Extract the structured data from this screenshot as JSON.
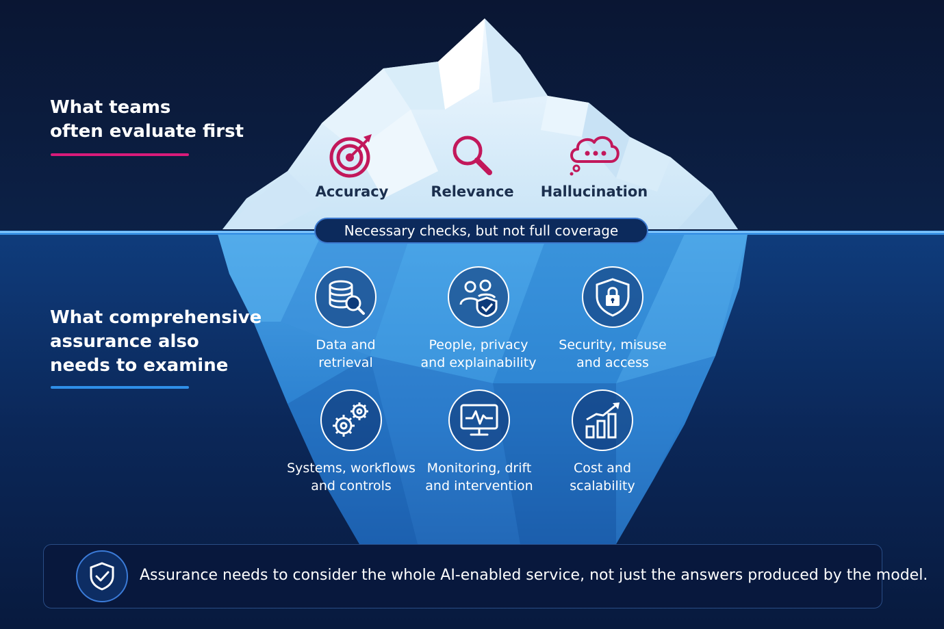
{
  "headings": {
    "above": "What teams\noften evaluate first",
    "below": "What comprehensive\nassurance also\nneeds to examine"
  },
  "above_water": {
    "items": [
      {
        "label": "Accuracy",
        "icon": "target-icon"
      },
      {
        "label": "Relevance",
        "icon": "magnifier-icon"
      },
      {
        "label": "Hallucination",
        "icon": "thought-bubble-icon"
      }
    ],
    "banner": "Necessary checks, but not full coverage"
  },
  "below_water": {
    "items": [
      {
        "label": "Data and\nretrieval",
        "icon": "database-search-icon"
      },
      {
        "label": "People, privacy\nand explainability",
        "icon": "people-shield-icon"
      },
      {
        "label": "Security, misuse\nand access",
        "icon": "lock-shield-icon"
      },
      {
        "label": "Systems, workflows\nand controls",
        "icon": "gears-icon"
      },
      {
        "label": "Monitoring, drift\nand intervention",
        "icon": "monitor-pulse-icon"
      },
      {
        "label": "Cost and\nscalability",
        "icon": "bar-growth-icon"
      }
    ]
  },
  "footer": {
    "text": "Assurance needs to consider the whole AI-enabled service, not just the answers produced by the model.",
    "icon": "shield-check-icon"
  },
  "colors": {
    "background": "#0a1a3a",
    "pink_accent": "#d81b7a",
    "blue_accent": "#2f8fe8",
    "ice_top": "#dff0fb",
    "ice_underwater": "#2a7fcf"
  }
}
